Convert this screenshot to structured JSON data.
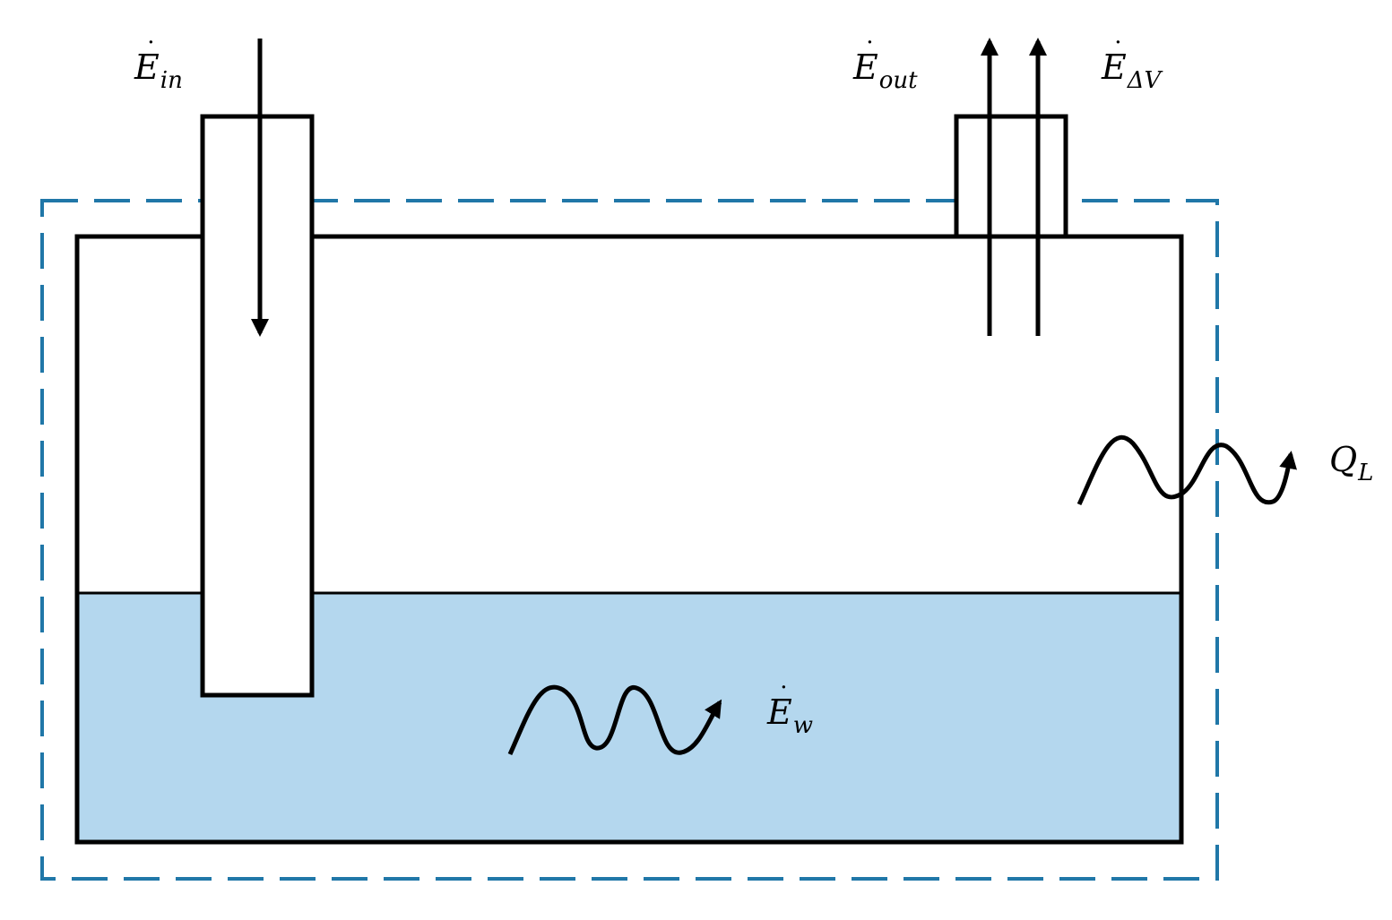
{
  "labels": {
    "e_in": {
      "symbol": "E",
      "dot": "˙",
      "sub": "in"
    },
    "e_out": {
      "symbol": "E",
      "dot": "˙",
      "sub": "out"
    },
    "e_dv": {
      "symbol": "E",
      "dot": "˙",
      "sub": "ΔV"
    },
    "q_l": {
      "symbol": "Q",
      "sub": "L"
    },
    "e_w": {
      "symbol": "E",
      "dot": "˙",
      "sub": "w"
    }
  },
  "colors": {
    "outline": "#000000",
    "liquid_fill": "#b4d7ee",
    "boundary_dashed": "#2077a8",
    "background": "#ffffff"
  }
}
